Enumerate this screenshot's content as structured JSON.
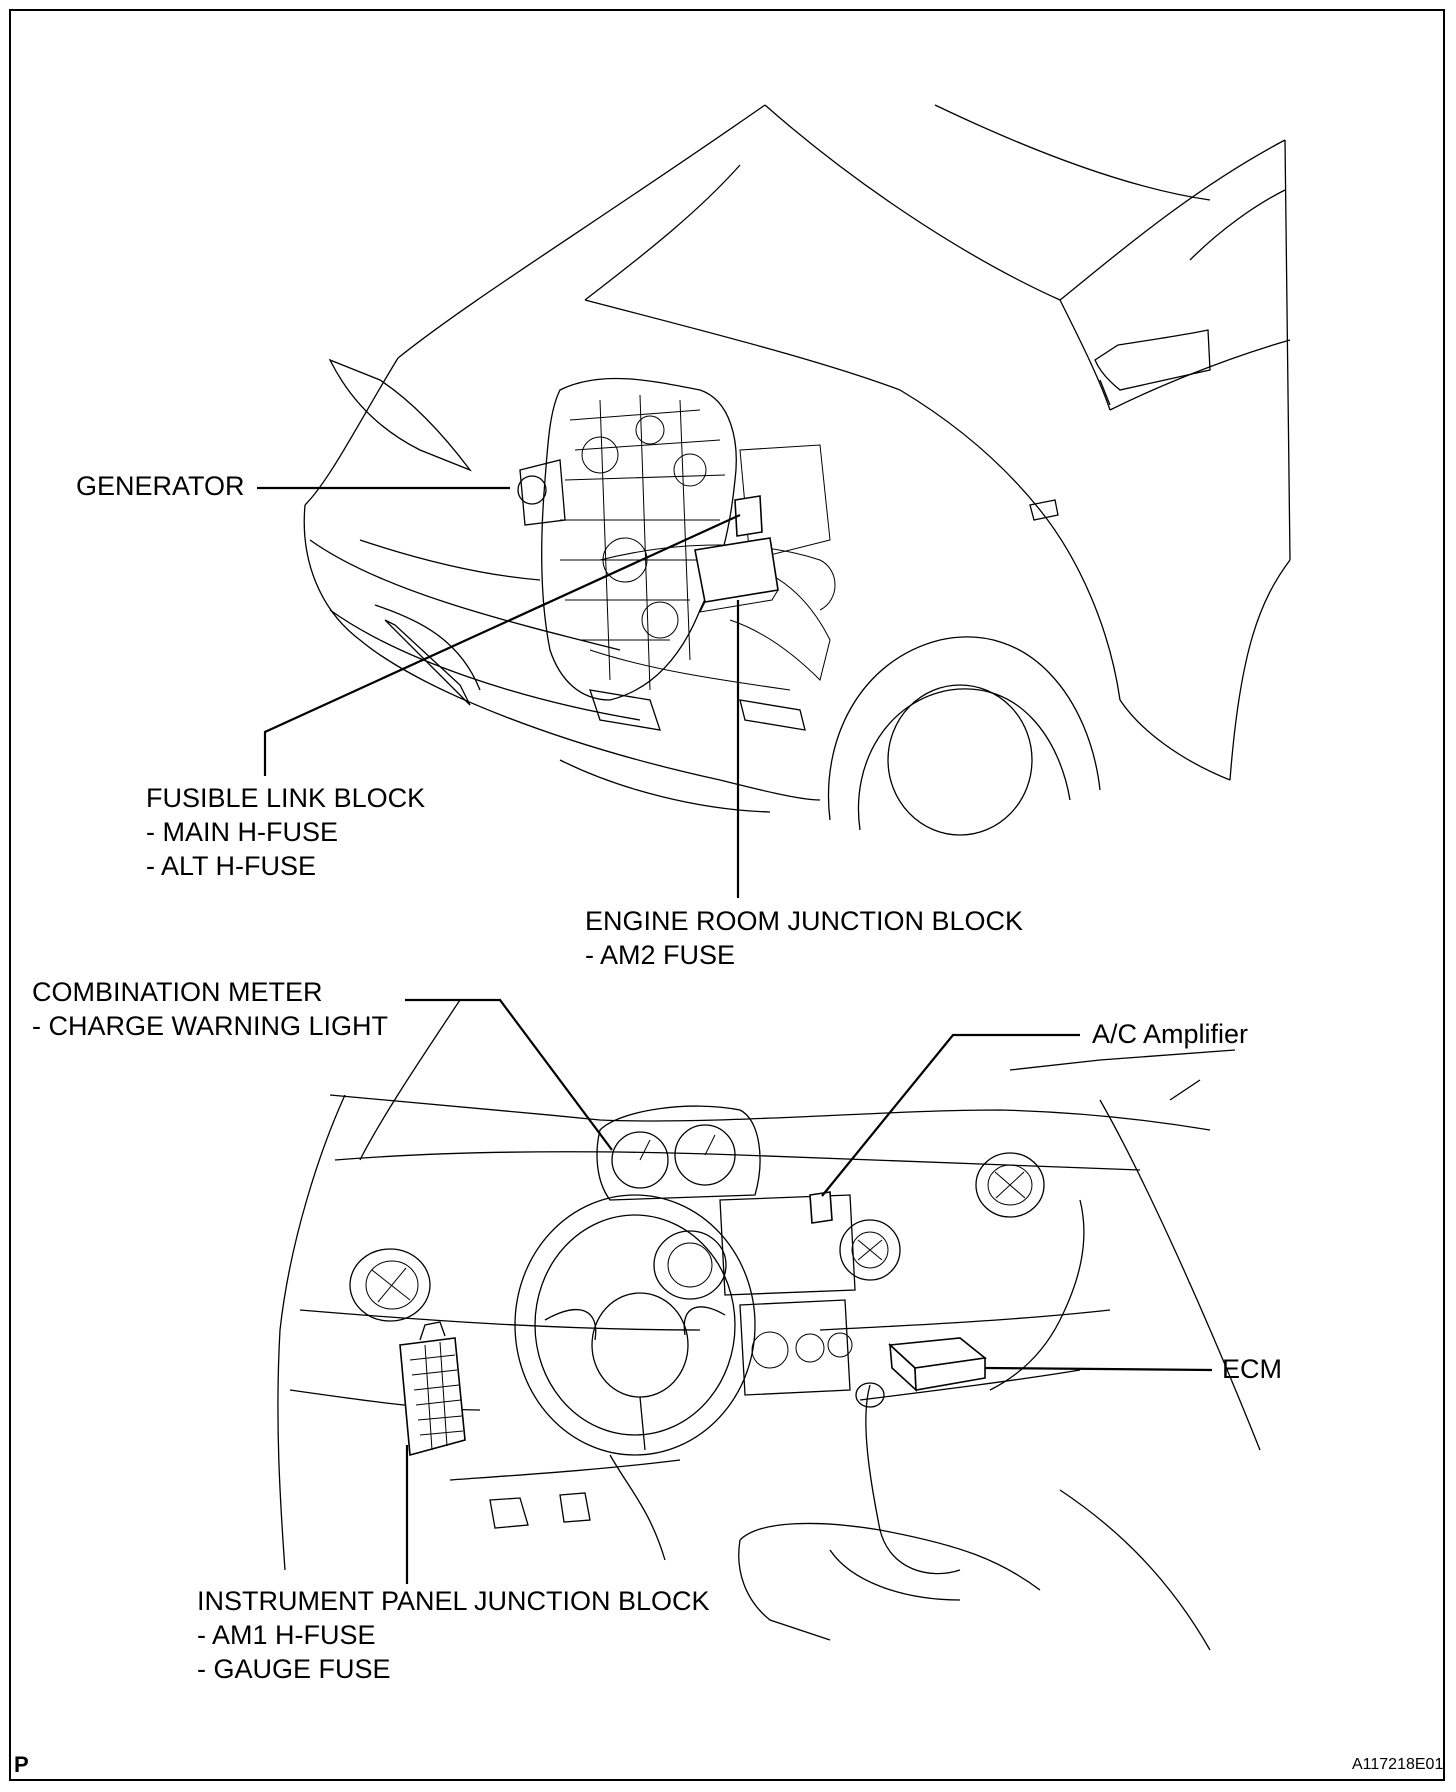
{
  "labels": {
    "generator": "GENERATOR",
    "fusible_link_block": [
      "FUSIBLE LINK BLOCK",
      "- MAIN H-FUSE",
      "- ALT H-FUSE"
    ],
    "engine_room_junction_block": [
      "ENGINE ROOM JUNCTION BLOCK",
      "- AM2 FUSE"
    ],
    "combination_meter": [
      "COMBINATION METER",
      "- CHARGE WARNING LIGHT"
    ],
    "ac_amplifier": "A/C Amplifier",
    "ecm": "ECM",
    "instrument_panel_junction_block": [
      "INSTRUMENT PANEL JUNCTION BLOCK",
      "- AM1 H-FUSE",
      "- GAUGE FUSE"
    ]
  },
  "corner_marks": {
    "left": "P",
    "right": "A117218E01"
  }
}
